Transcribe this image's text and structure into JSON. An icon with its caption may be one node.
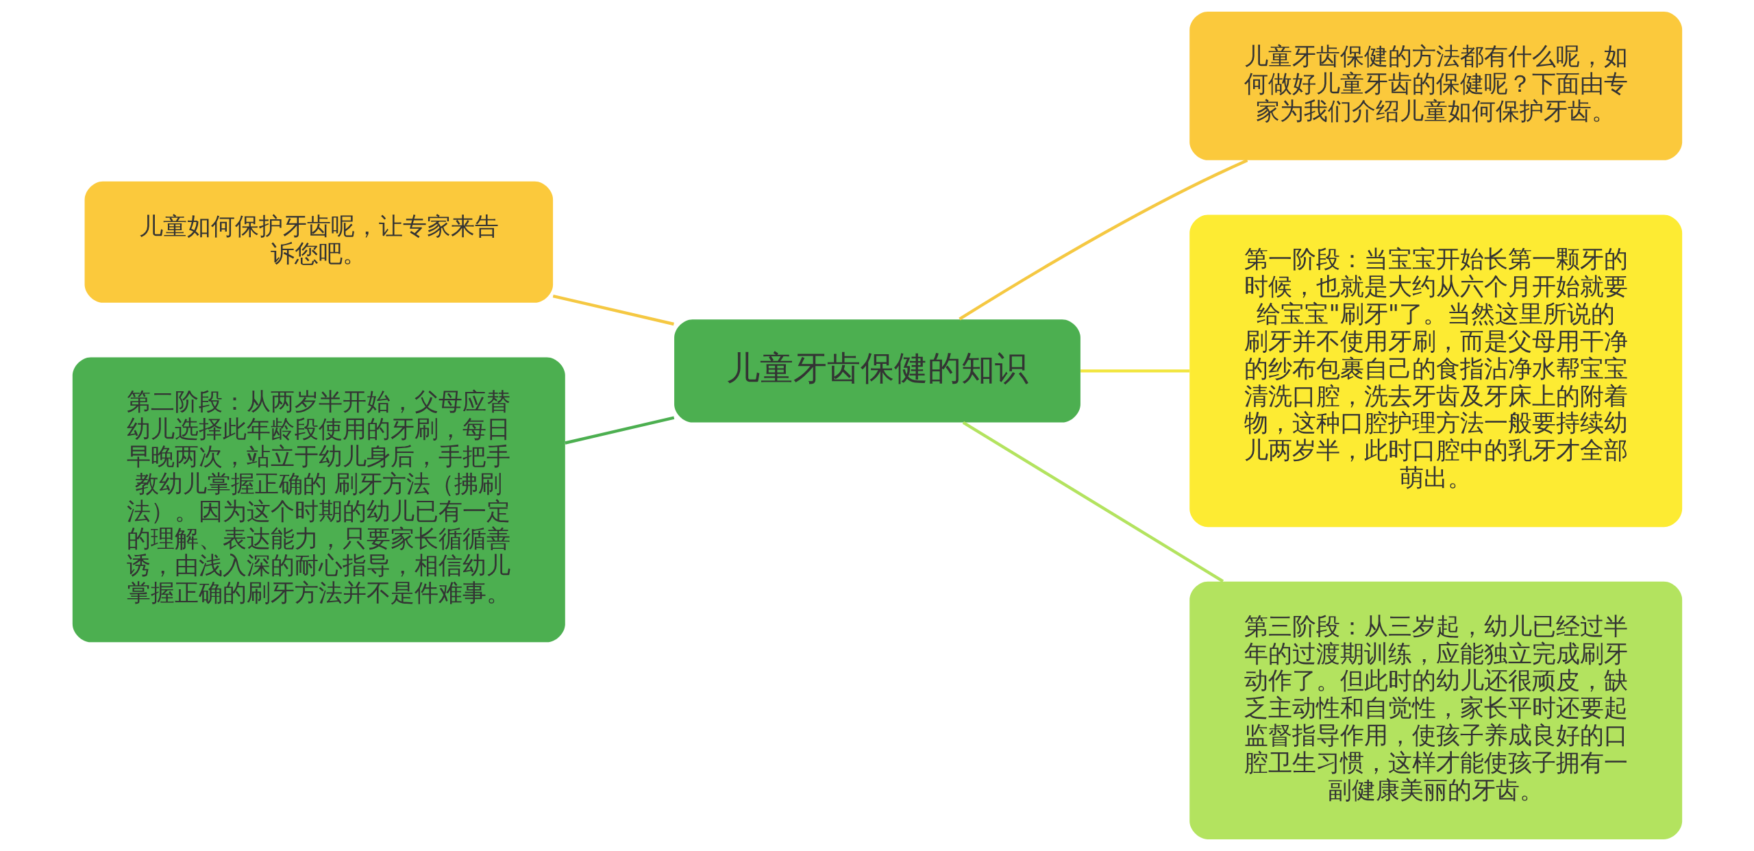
{
  "diagram": {
    "nodes": [
      {
        "text": [
          "儿童牙齿保健的知识"
        ]
      },
      {
        "text": [
          "儿童牙齿保健的方法都有什么呢，如何做好儿童牙齿的保健呢？下面由专家为我们介绍儿童如何保护牙齿。"
        ]
      },
      {
        "text": [
          "儿童如何保护牙齿呢，让专家来告诉您吧。"
        ]
      },
      {
        "text": [
          "第一阶段：当宝宝开始长第一颗牙的时候，也就是大约从六个月开始就要给宝宝\"刷牙\"了。当然这里所说的刷牙并不使用牙刷，而是父母用干净的纱布包裹自己的食指沾净水帮宝宝清洗口腔，洗去牙齿及牙床上的附着物，这种口腔护理方法一般要持续幼儿两岁半，此时口腔中的乳牙才全部萌出。"
        ]
      },
      {
        "text": [
          "第二阶段：从两岁半开始，父母应替幼儿选择此年龄段使用的牙刷，每日早晚两次，站立于幼儿身后，手把手教幼儿掌握正确的 刷牙方法（拂刷法）。因为这个时期的幼儿已有一定的理解、表达能力，只要家长循循善诱，由浅入深的耐心指导，相信幼儿掌握正确的刷牙方法并不是件难事。"
        ]
      },
      {
        "text": [
          "第三阶段：从三岁起，幼儿已经过半年的过渡期训练，应能独立完成刷牙动作了。但此时的幼儿还很顽皮，缺乏主动性和自觉性，家长平时还要起监督指导作用，使孩子养成良好的口腔卫生习惯，这样才能使孩子拥有一副健康美丽的牙齿。"
        ]
      }
    ],
    "edges": [
      {
        "from": 0,
        "to": 1,
        "arrow": "none",
        "color": "#f5c842"
      },
      {
        "from": 2,
        "to": 0,
        "arrow": "none",
        "color": "#f5c842"
      },
      {
        "from": 0,
        "to": 3,
        "arrow": "none",
        "color": "#f2e53c"
      },
      {
        "from": 4,
        "to": 0,
        "arrow": "none",
        "color": "#4caf50"
      },
      {
        "from": 0,
        "to": 5,
        "arrow": "none",
        "color": "#b3e35f"
      }
    ]
  }
}
